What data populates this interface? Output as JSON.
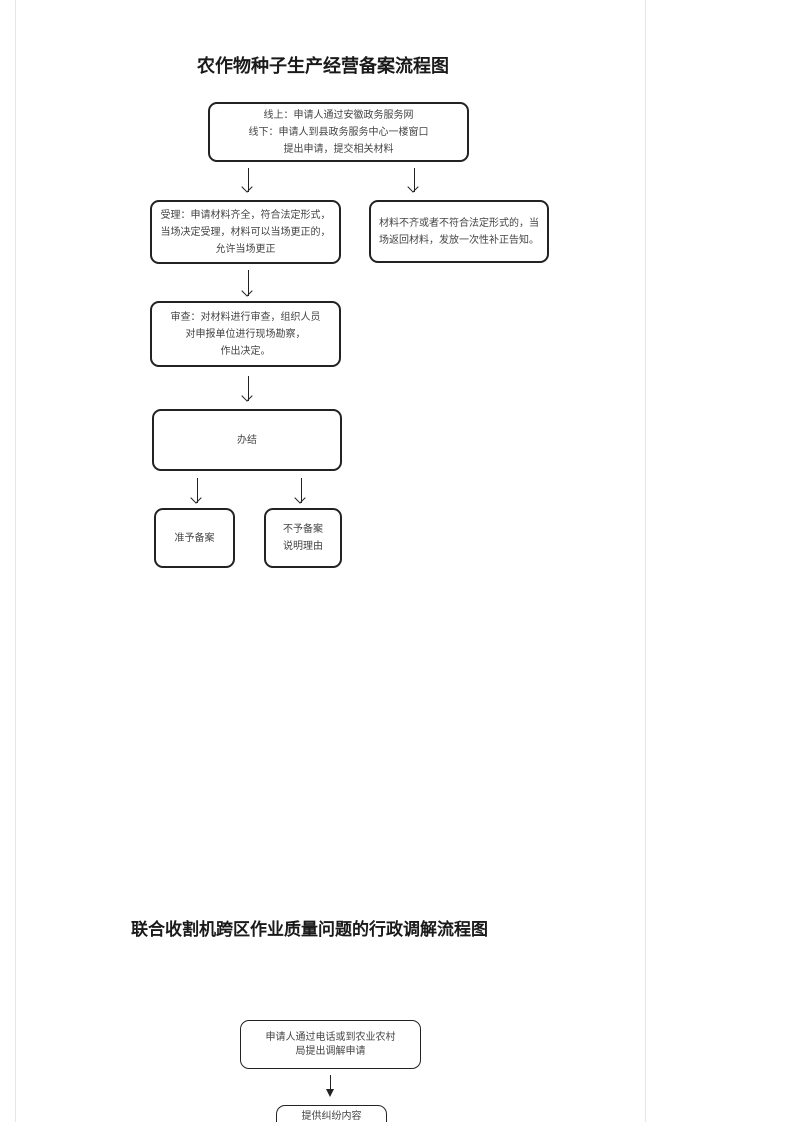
{
  "flowchart1": {
    "title": "农作物种子生产经营备案流程图",
    "apply": "线上：申请人通过安徽政务服务网\n线下：申请人到县政务服务中心一楼窗口\n提出申请，提交相关材料",
    "accept": "受理：申请材料齐全，符合法定形式，当场决定受理，材料可以当场更正的，允许当场更正",
    "reject": "材料不齐或者不符合法定形式的，当场返回材料，发放一次性补正告知。",
    "review": "审查：对材料进行审查，组织人员\n对申报单位进行现场勘察，\n作出决定。",
    "complete": "办结",
    "approve": "准予备案",
    "deny": "不予备案\n说明理由"
  },
  "flowchart2": {
    "title": "联合收割机跨区作业质量问题的行政调解流程图",
    "apply": "申请人通过电话或到农业农村\n局提出调解申请",
    "provide": "提供纠纷内容"
  }
}
